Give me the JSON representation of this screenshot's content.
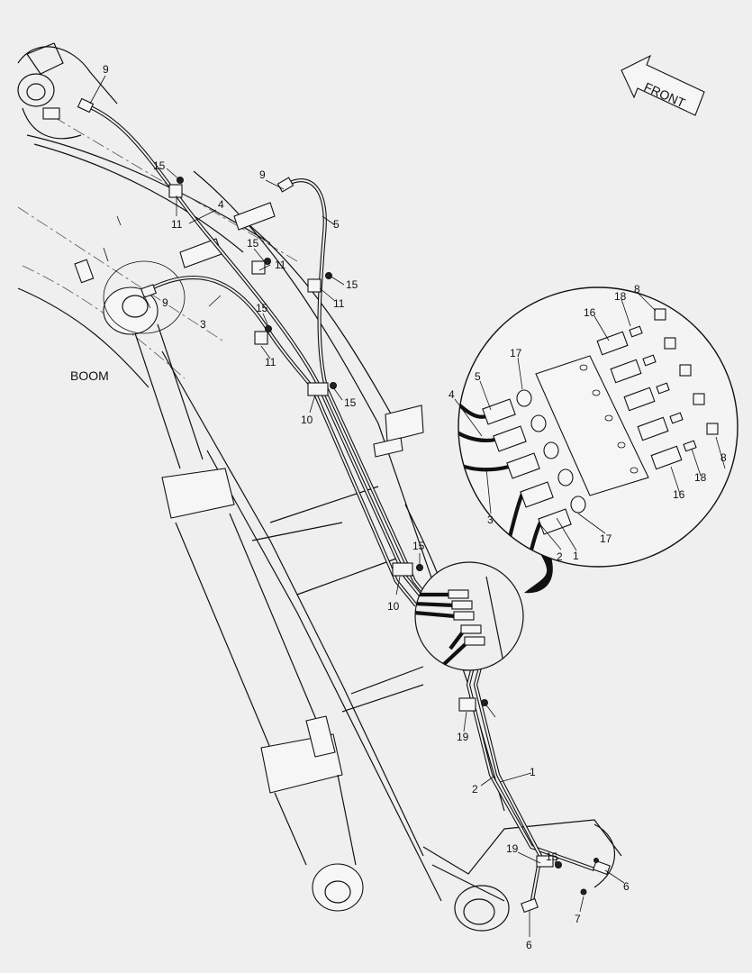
{
  "diagram": {
    "title_label": "BOOM",
    "direction_label": "FRONT",
    "callouts": [
      "9",
      "15",
      "11",
      "4",
      "9",
      "5",
      "15",
      "11",
      "15",
      "11",
      "3",
      "9",
      "15",
      "11",
      "10",
      "15",
      "15",
      "10",
      "19",
      "2",
      "1",
      "15",
      "19",
      "6",
      "6",
      "7"
    ],
    "detail_callouts": [
      "18",
      "8",
      "16",
      "17",
      "5",
      "4",
      "3",
      "2",
      "1",
      "17",
      "16",
      "18",
      "8"
    ],
    "colors": {
      "background": "#efefef",
      "line": "#111111",
      "fill": "#f6f6f6"
    }
  }
}
